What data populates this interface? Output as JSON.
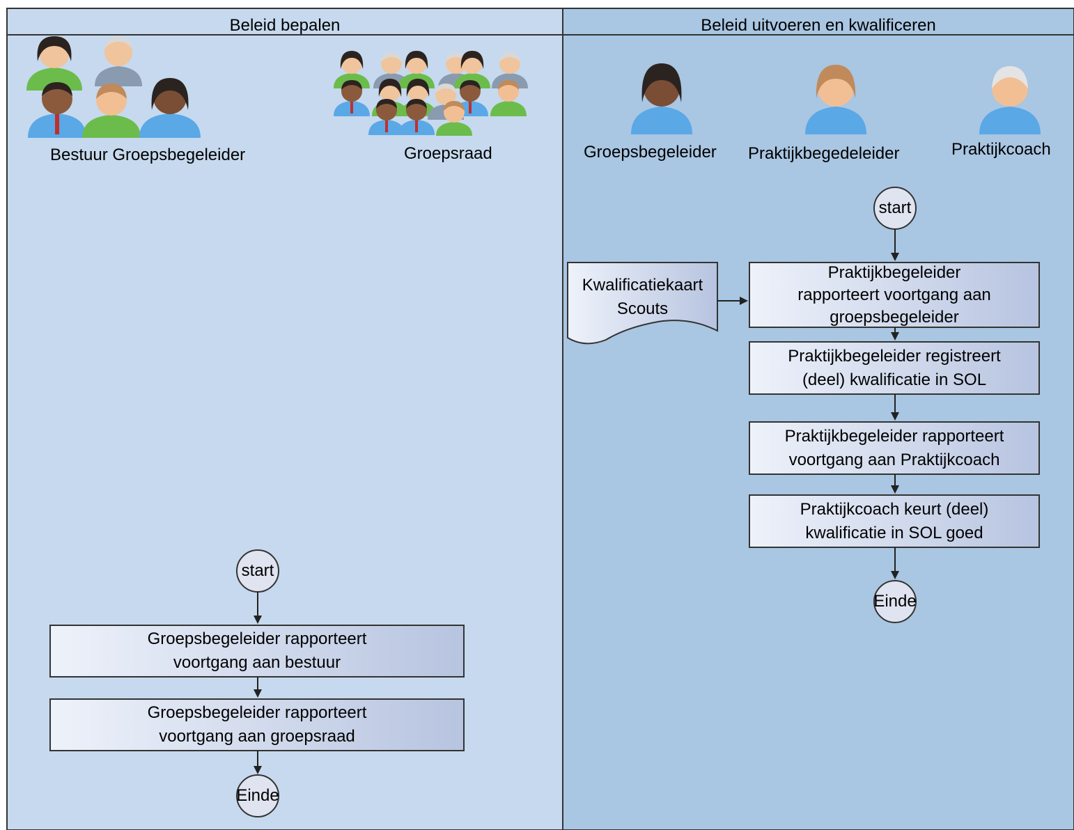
{
  "lanes": [
    {
      "title": "Beleid bepalen"
    },
    {
      "title": "Beleid uitvoeren en kwalificeren"
    }
  ],
  "colors": {
    "lane_left": "#c6d9ee",
    "lane_right": "#a9c6e2",
    "border": "#333333",
    "box_light": "#eef2fa",
    "box_dark": "#b7c4e0",
    "circle": "#dfe4f0"
  },
  "actors": {
    "bestuur": "Bestuur Groepsbegeleider",
    "groepsraad": "Groepsraad",
    "groepsbegeleider": "Groepsbegeleider",
    "praktijkbegeleider": "Praktijkbegedeleider",
    "praktijkcoach": "Praktijkcoach"
  },
  "left_flow": {
    "start": "start",
    "step1": "Groepsbegeleider rapporteert\nvoortgang aan bestuur",
    "step2": "Groepsbegeleider rapporteert\nvoortgang aan groepsraad",
    "end": "Einde"
  },
  "right_flow": {
    "start": "start",
    "document": "Kwalificatiekaart\nScouts",
    "step1": "Praktijkbegeleider\nrapporteert voortgang aan\ngroepsbegeleider",
    "step2": "Praktijkbegeleider registreert\n(deel) kwalificatie in SOL",
    "step3": "Praktijkbegeleider rapporteert\nvoortgang aan Praktijkcoach",
    "step4": "Praktijkcoach keurt (deel)\nkwalificatie in SOL goed",
    "end": "Einde"
  }
}
